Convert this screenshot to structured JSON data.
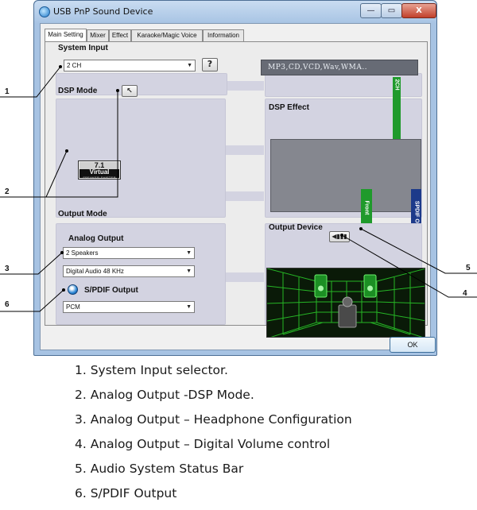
{
  "window": {
    "title": "USB PnP Sound Device",
    "min_label": "—",
    "max_label": "▭",
    "close_label": "X"
  },
  "tabs": [
    {
      "label": "Main Setting",
      "active": true
    },
    {
      "label": "Mixer",
      "active": false
    },
    {
      "label": "Effect",
      "active": false
    },
    {
      "label": "Karaoke/Magic Voice",
      "active": false
    },
    {
      "label": "Information",
      "active": false
    }
  ],
  "system_input": {
    "title": "System Input",
    "selected": "2 CH",
    "help_label": "?",
    "display_text": "MP3,CD,VCD,Wav,WMA.."
  },
  "dsp_mode": {
    "title": "DSP Mode",
    "badge_line1": "7.1",
    "badge_line2": "Virtual",
    "badge_line3": "SPEAKER SHIFTER"
  },
  "dsp_effect": {
    "title": "DSP Effect"
  },
  "status_bars": {
    "top": "2CH",
    "front": "Front",
    "spdif": "SPDIF OUT"
  },
  "output_mode": {
    "title": "Output Mode",
    "analog_title": "Analog Output",
    "speakers_selected": "2 Speakers",
    "sample_rate_selected": "Digital Audio 48 KHz",
    "spdif_title": "S/PDIF Output",
    "spdif_selected": "PCM"
  },
  "output_device": {
    "title": "Output Device"
  },
  "ok_label": "OK",
  "callouts": [
    "1",
    "2",
    "3",
    "4",
    "5",
    "6"
  ],
  "captions": [
    "1.  System Input selector.",
    "2.  Analog Output -DSP Mode.",
    "3.  Analog Output – Headphone Configuration",
    "4.  Analog Output – Digital Volume control",
    "5.  Audio System Status Bar",
    "6.  S/PDIF Output"
  ],
  "colors": {
    "window_frame": "#a7c3e3",
    "panel_box": "#d3d3e1",
    "status_green": "#1f9a2b",
    "status_blue": "#1d3a8a",
    "room_grid": "#2bd12b"
  }
}
